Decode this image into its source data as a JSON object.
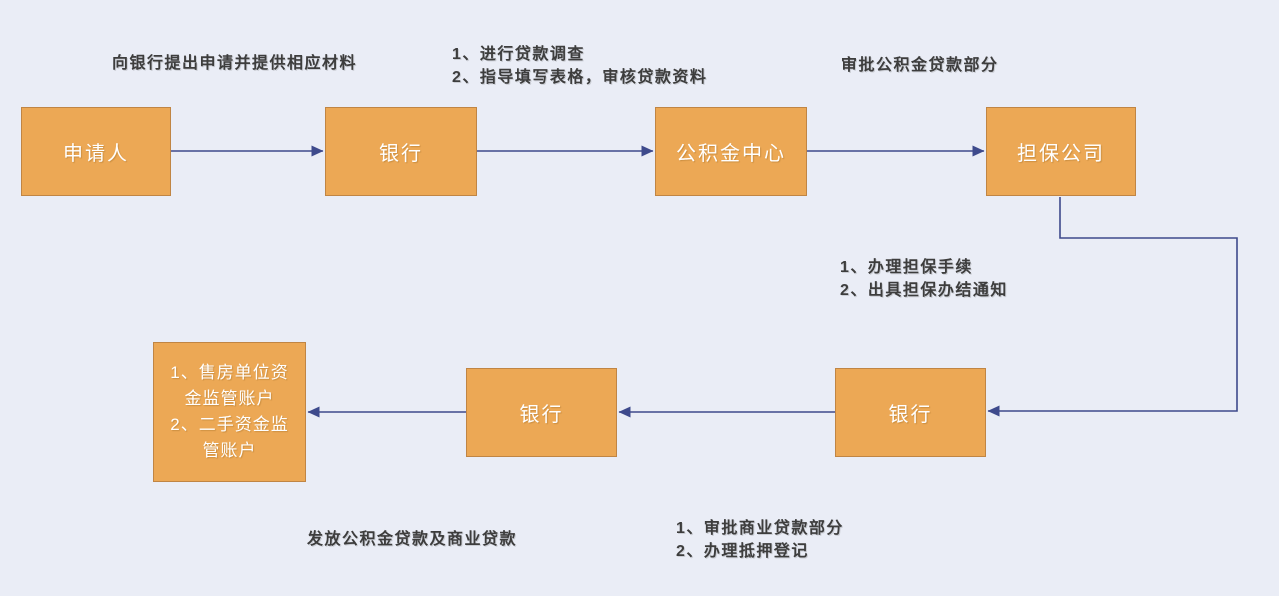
{
  "colors": {
    "background": "#EAEDF6",
    "node_fill": "#ECA855",
    "node_border": "#C08544",
    "node_text": "#FFFFFF",
    "connector": "#3E4A8C",
    "label_text": "#3D3D3D"
  },
  "nodes": [
    {
      "id": "applicant",
      "label": "申请人"
    },
    {
      "id": "bank-top",
      "label": "银行"
    },
    {
      "id": "fund-center",
      "label": "公积金中心"
    },
    {
      "id": "guarantee-company",
      "label": "担保公司"
    },
    {
      "id": "bank-bottom-right",
      "label": "银行"
    },
    {
      "id": "bank-bottom-middle",
      "label": "银行"
    },
    {
      "id": "supervision-accounts",
      "lines": [
        "1、售房单位资",
        "金监管账户",
        "2、二手资金监",
        "管账户"
      ]
    }
  ],
  "labels": [
    {
      "id": "apply-materials",
      "lines": [
        "向银行提出申请并提供相应材料"
      ]
    },
    {
      "id": "loan-survey",
      "lines": [
        "1、进行贷款调查",
        "2、指导填写表格，审核贷款资料"
      ]
    },
    {
      "id": "approve-fund-part",
      "lines": [
        "审批公积金贷款部分"
      ]
    },
    {
      "id": "guarantee-steps",
      "lines": [
        "1、办理担保手续",
        "2、出具担保办结通知"
      ]
    },
    {
      "id": "grant-loans",
      "lines": [
        "发放公积金贷款及商业贷款"
      ]
    },
    {
      "id": "commercial-steps",
      "lines": [
        "1、审批商业贷款部分",
        "2、办理抵押登记"
      ]
    }
  ]
}
